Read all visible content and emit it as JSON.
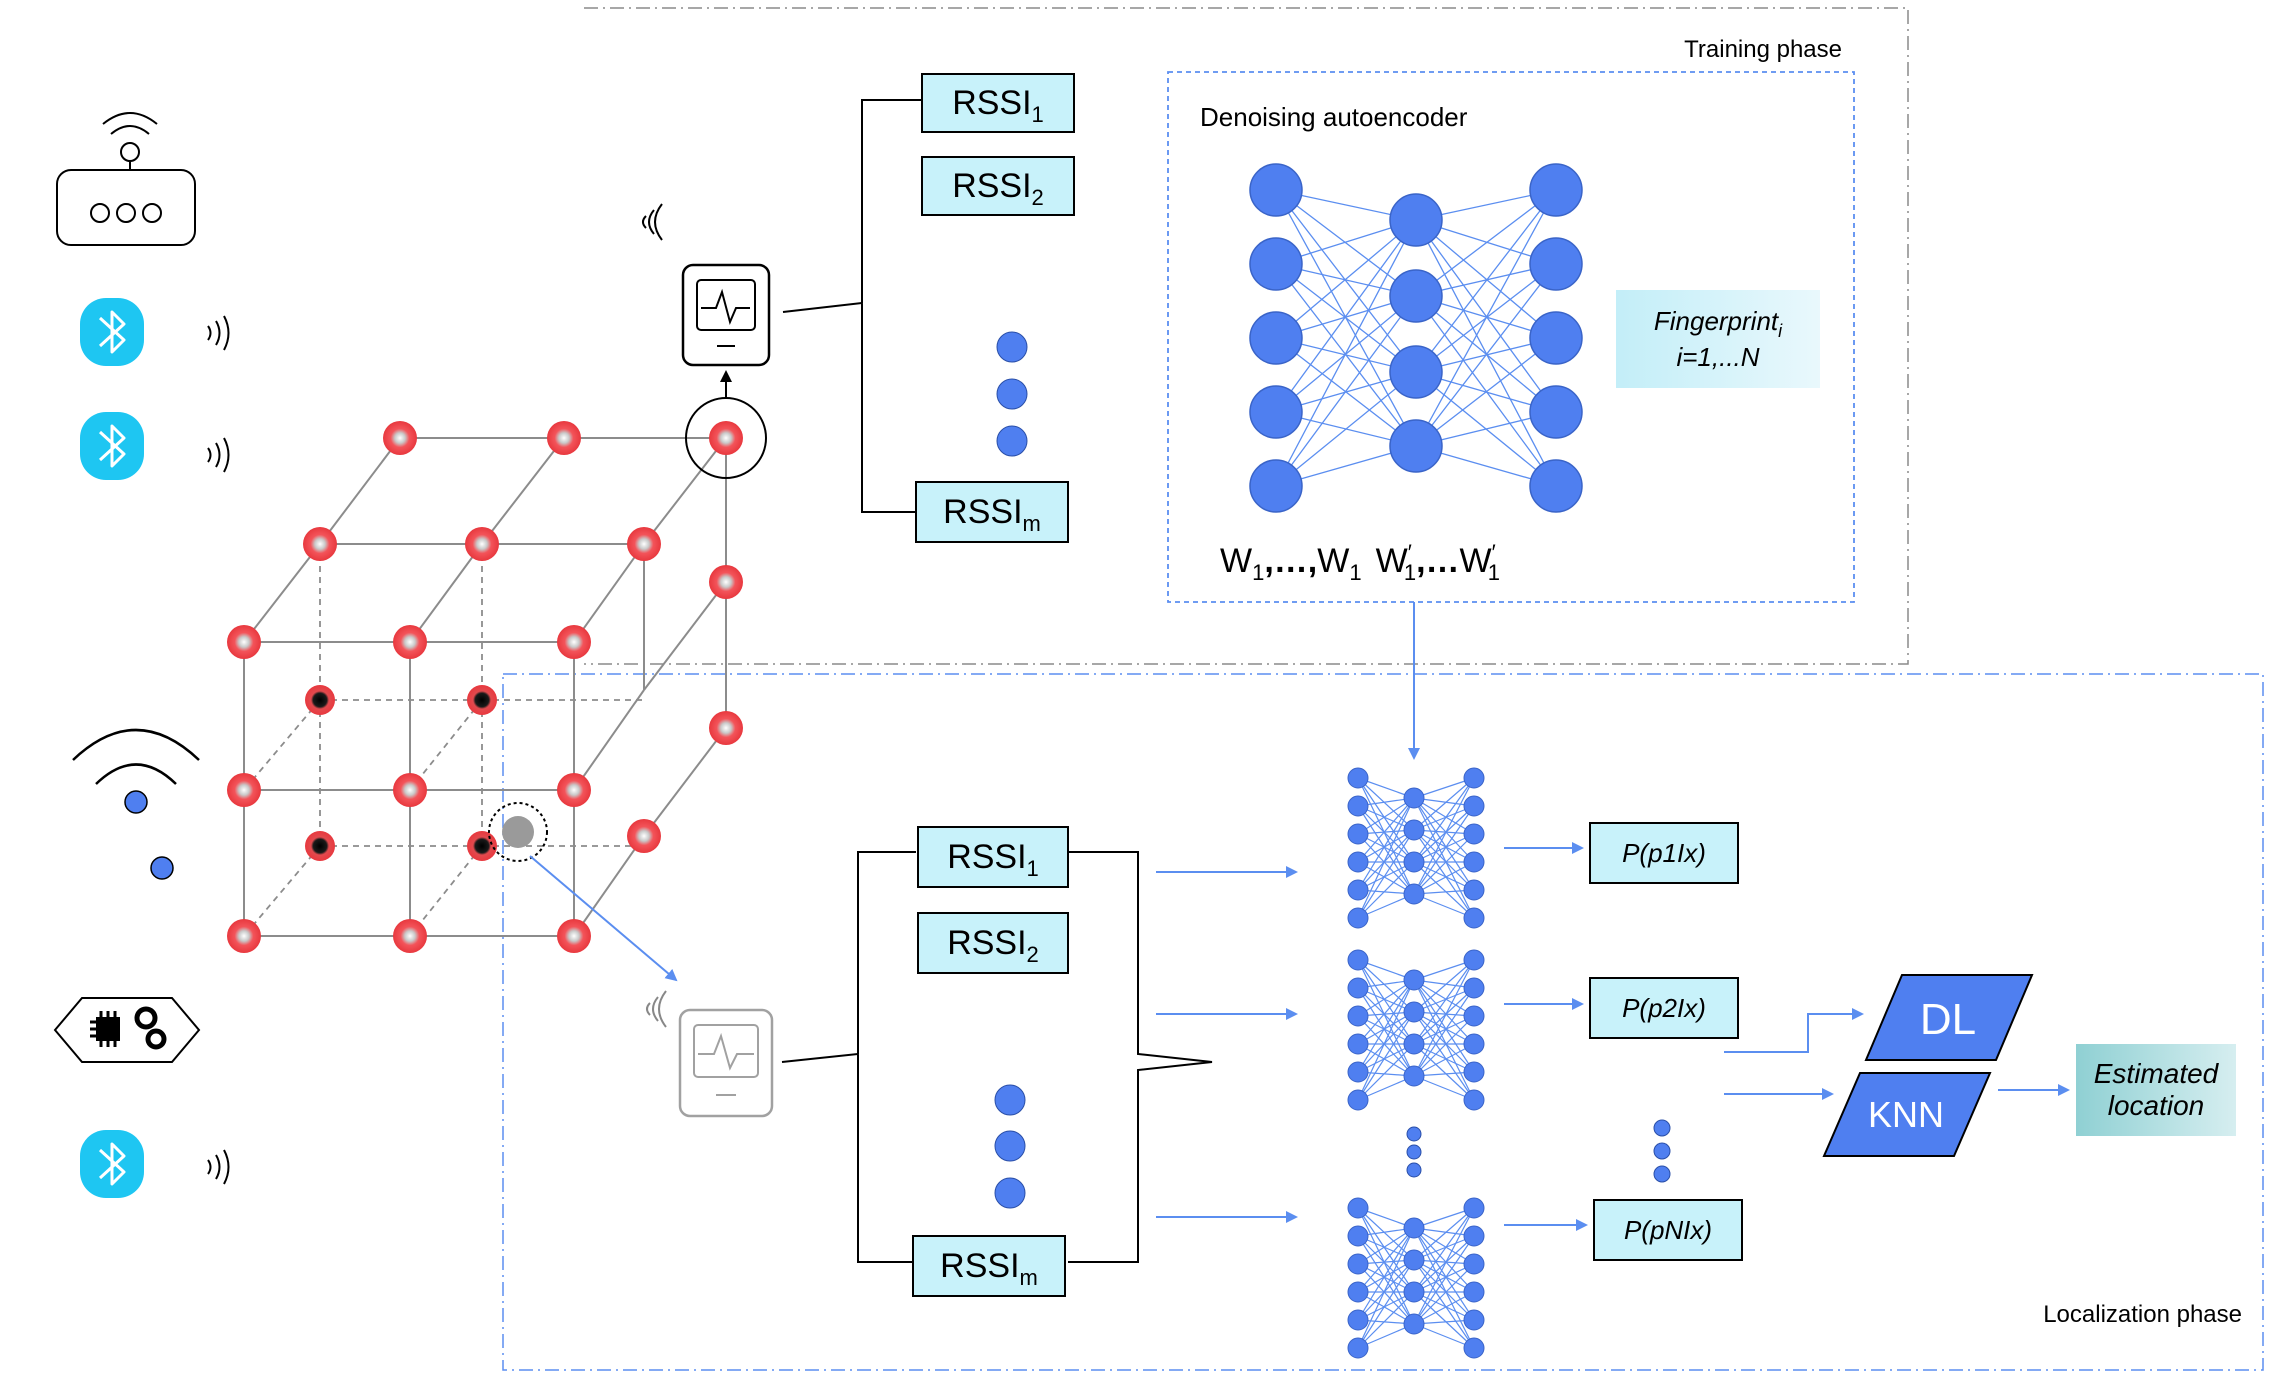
{
  "phases": {
    "training": "Training phase",
    "localization": "Localization phase"
  },
  "training": {
    "autoencoder_title": "Denoising autoencoder",
    "rssi_1_base": "RSSI",
    "rssi_1_sub": "1",
    "rssi_2_base": "RSSI",
    "rssi_2_sub": "2",
    "rssi_m_base": "RSSI",
    "rssi_m_sub": "m",
    "weights_w": "W",
    "weights_sub": "1",
    "weights_sep": ",…,",
    "weights_prime": "′",
    "weights_sep2": ",…",
    "fingerprint_base": "Fingerprint",
    "fingerprint_sub": "i",
    "fingerprint_range": "i=1,...N"
  },
  "localization": {
    "rssi_1_base": "RSSI",
    "rssi_1_sub": "1",
    "rssi_2_base": "RSSI",
    "rssi_2_sub": "2",
    "rssi_m_base": "RSSI",
    "rssi_m_sub": "m",
    "prob_1": "P(p1Ix)",
    "prob_2": "P(p2Ix)",
    "prob_n": "P(pNIx)",
    "dl_label": "DL",
    "knn_label": "KNN",
    "estimated_line1": "Estimated",
    "estimated_line2": "location"
  },
  "icons": [
    "router-icon",
    "bluetooth-icon",
    "wifi-icon",
    "chip-icon",
    "monitor-icon"
  ],
  "colors": {
    "node_red": "#f0474a",
    "neuron_blue": "#4f7ff0",
    "arrow_blue": "#5b8ef0",
    "rssi_fill": "#c8f2fa",
    "bluetooth": "#1ec6f2",
    "dl_knn_fill": "#4f7ff0",
    "estimated_fill": "#9ed6da"
  }
}
